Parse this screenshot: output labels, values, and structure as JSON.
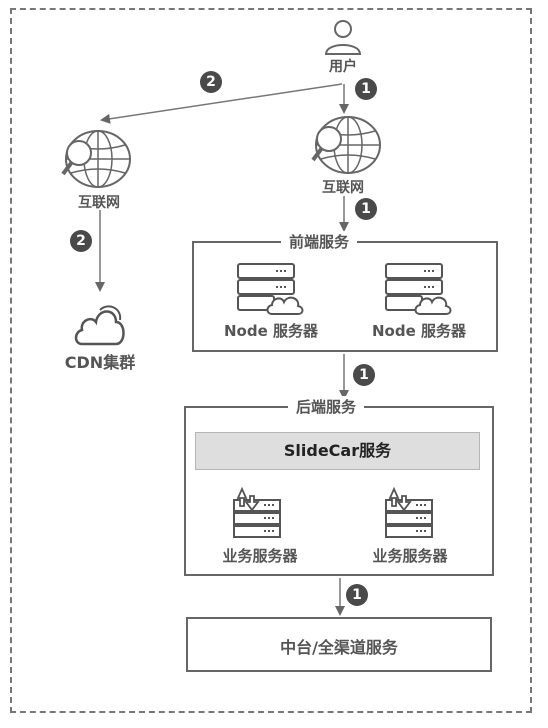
{
  "user": {
    "label": "用户"
  },
  "internet_left": {
    "label": "互联网"
  },
  "internet_center": {
    "label": "互联网"
  },
  "cdn": {
    "label": "CDN集群"
  },
  "badges": {
    "one": "1",
    "two": "2"
  },
  "frontend": {
    "title": "前端服务",
    "servers": [
      {
        "label": "Node 服务器"
      },
      {
        "label": "Node 服务器"
      }
    ]
  },
  "backend": {
    "title": "后端服务",
    "slidecar": "SlideCar服务",
    "servers": [
      {
        "label": "业务服务器"
      },
      {
        "label": "业务服务器"
      }
    ]
  },
  "middle": {
    "label": "中台/全渠道服务"
  }
}
